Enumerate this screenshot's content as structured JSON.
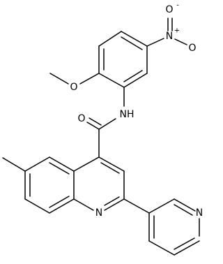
{
  "labels": {
    "nitro_n": "N",
    "nitro_plus": "+",
    "nitro_o_top": "O",
    "nitro_o_top_minus": "-",
    "nitro_o_right": "O",
    "methoxy_o": "O",
    "amide_nh": "NH",
    "amide_o": "O",
    "quinoline_n": "N",
    "pyridine_n": "N"
  }
}
